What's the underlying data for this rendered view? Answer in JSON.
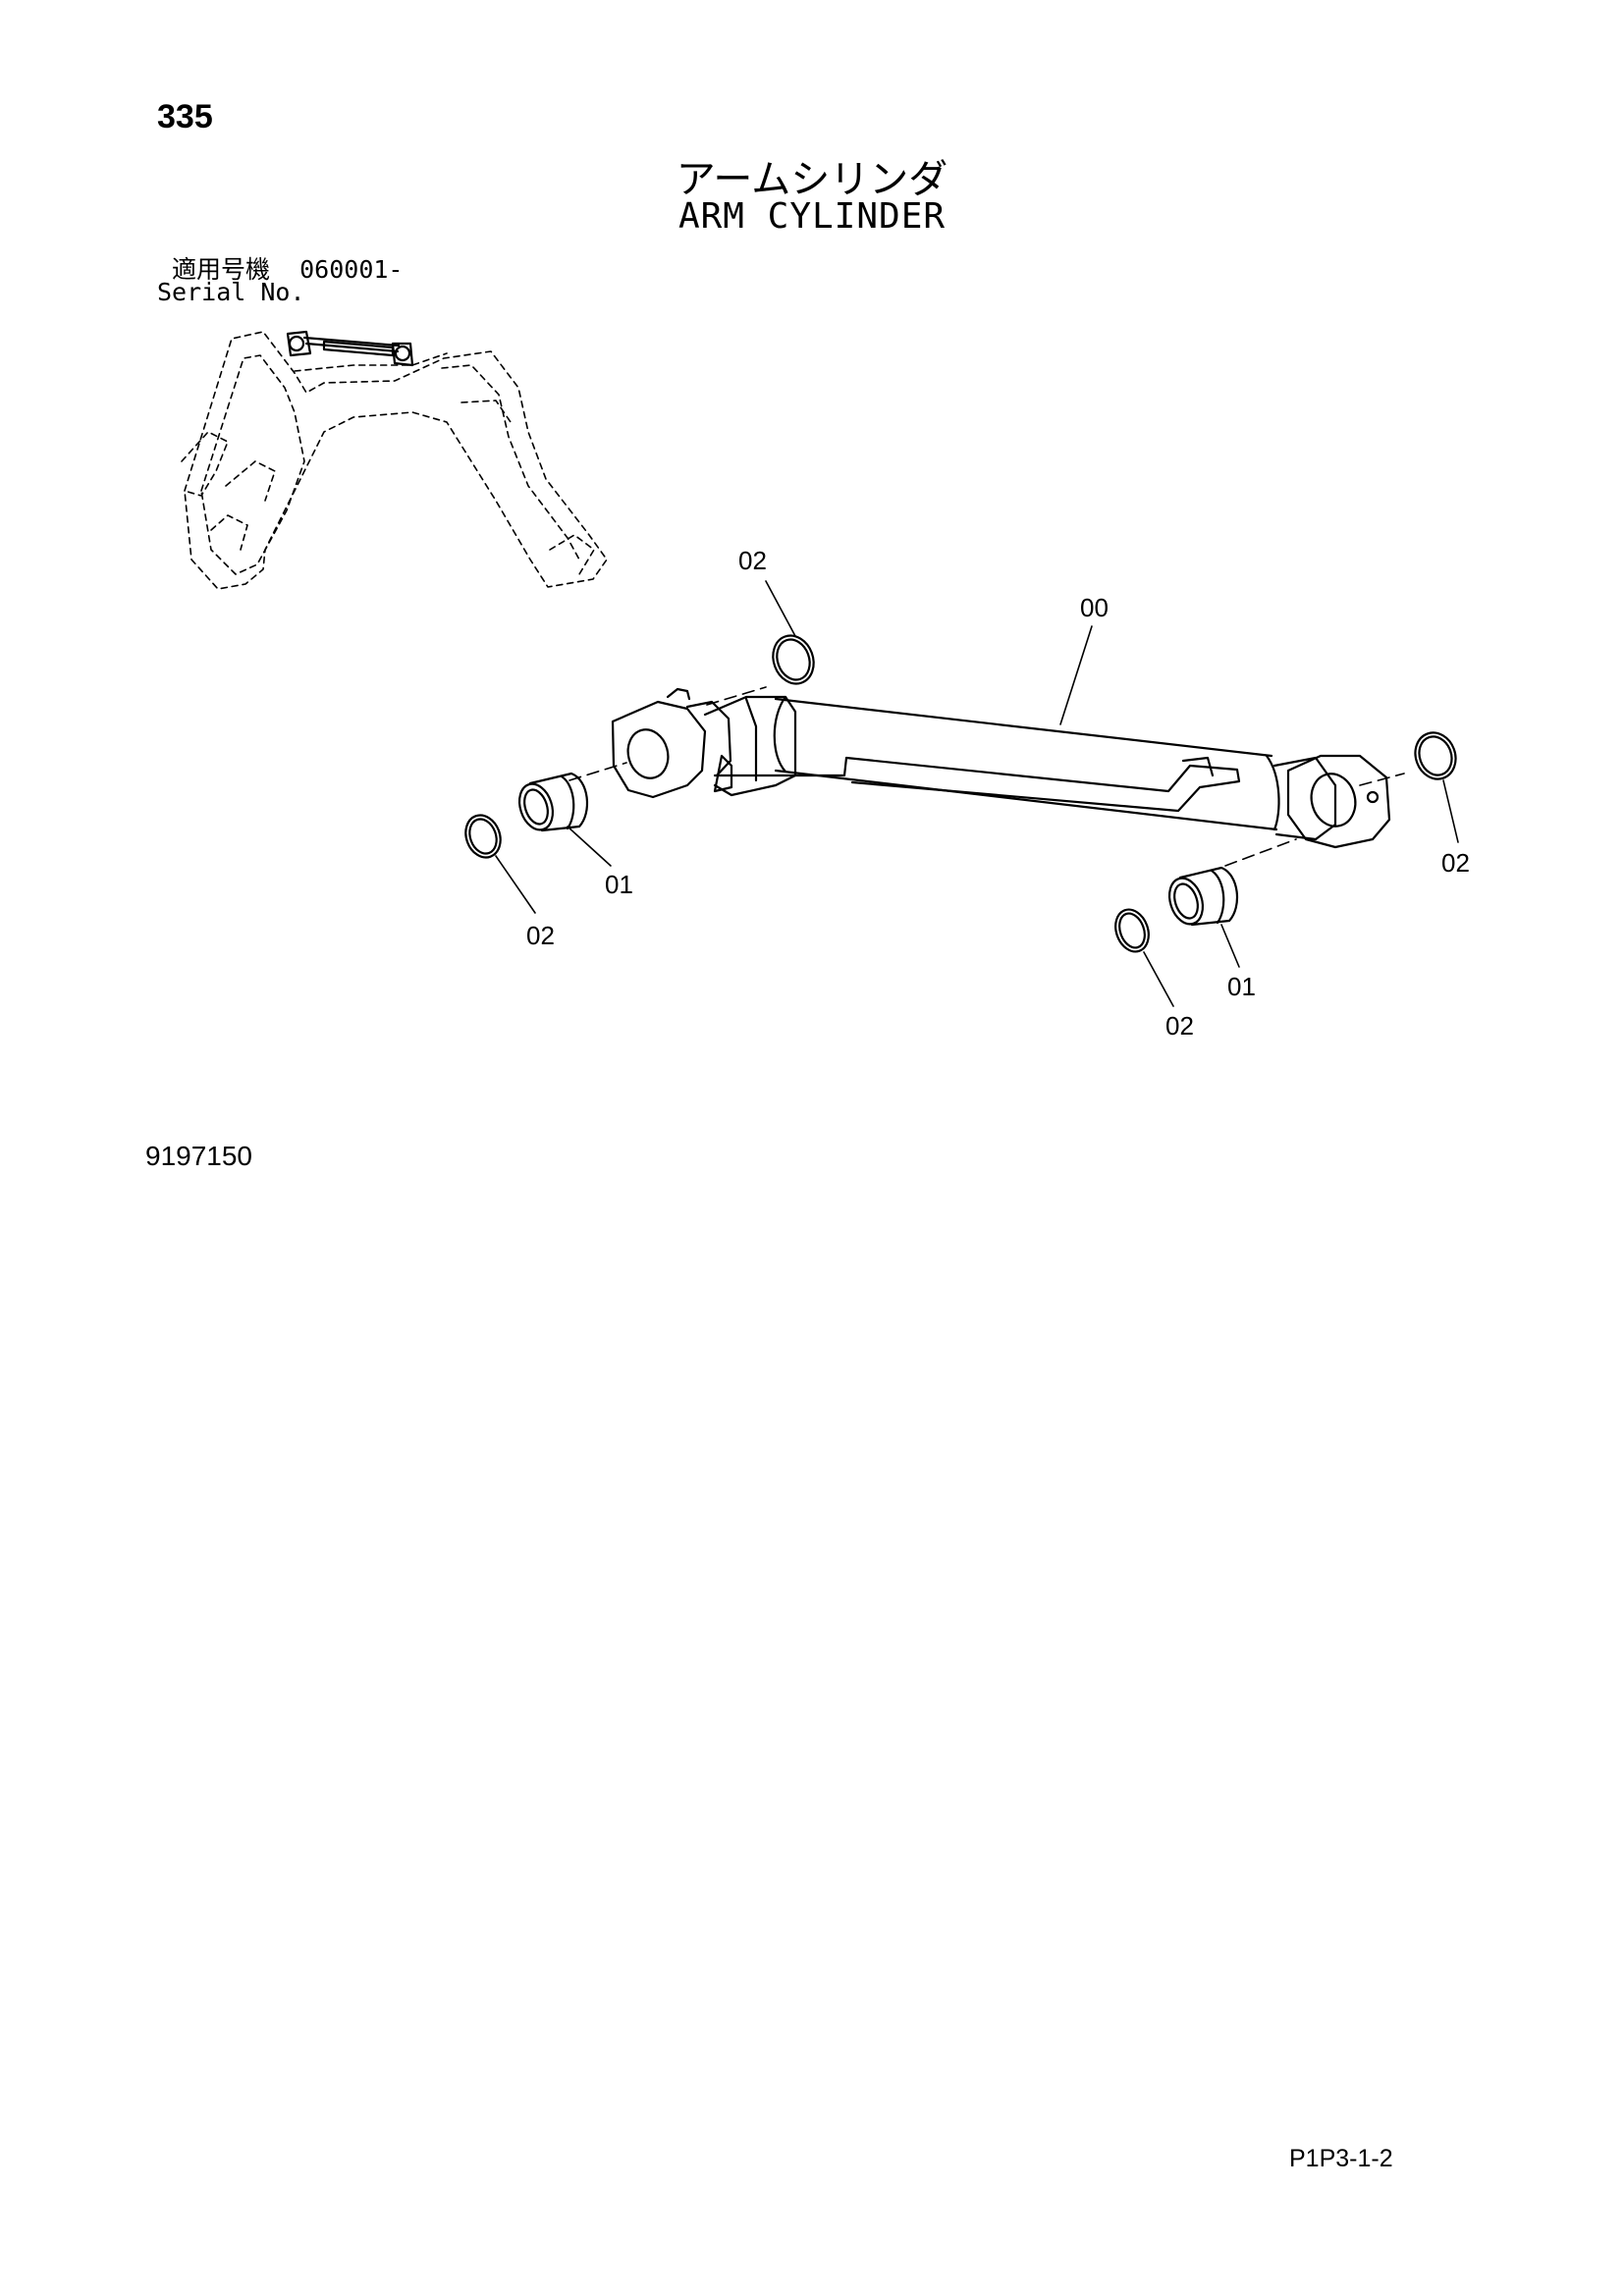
{
  "header": {
    "page_number": "335",
    "title_ja": "アームシリンダ",
    "title_en": "ARM CYLINDER",
    "serial_label_ja": "適用号機",
    "serial_value": "060001-",
    "serial_label_en": "Serial No."
  },
  "callouts": [
    {
      "id": "00",
      "label": "00"
    },
    {
      "id": "01a",
      "label": "01"
    },
    {
      "id": "01b",
      "label": "01"
    },
    {
      "id": "02a",
      "label": "02"
    },
    {
      "id": "02b",
      "label": "02"
    },
    {
      "id": "02c",
      "label": "02"
    },
    {
      "id": "02d",
      "label": "02"
    }
  ],
  "footer": {
    "drawing_number": "9197150",
    "page_code": "P1P3-1-2"
  }
}
